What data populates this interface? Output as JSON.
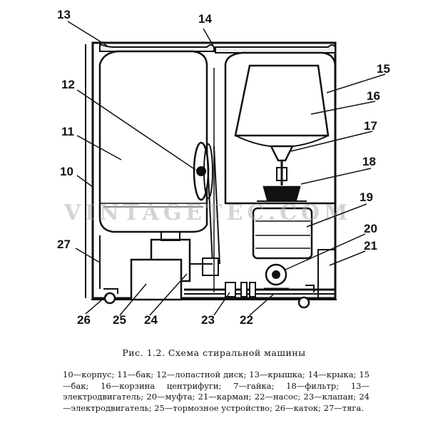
{
  "watermark": "VINTAGETEC.COM",
  "callouts": [
    "13",
    "14",
    "12",
    "15",
    "16",
    "11",
    "17",
    "10",
    "18",
    "19",
    "20",
    "27",
    "21",
    "26",
    "25",
    "24",
    "23",
    "22"
  ],
  "caption": "Рис.  1.2.  Схема  стиральной  машины",
  "legend": "10—корпус; 11—бак; 12—лопастной диск; 13—крышка; 14—крыка; 15—бак; 16—корзина центрифуги; 7—гайка; 18—фильтр; 13—электродвигатель; 20—муфта; 21—карман; 22—насос; 23—клапан; 24—электродвигатель; 25—тормозное устройство; 26—каток; 27—тяга."
}
